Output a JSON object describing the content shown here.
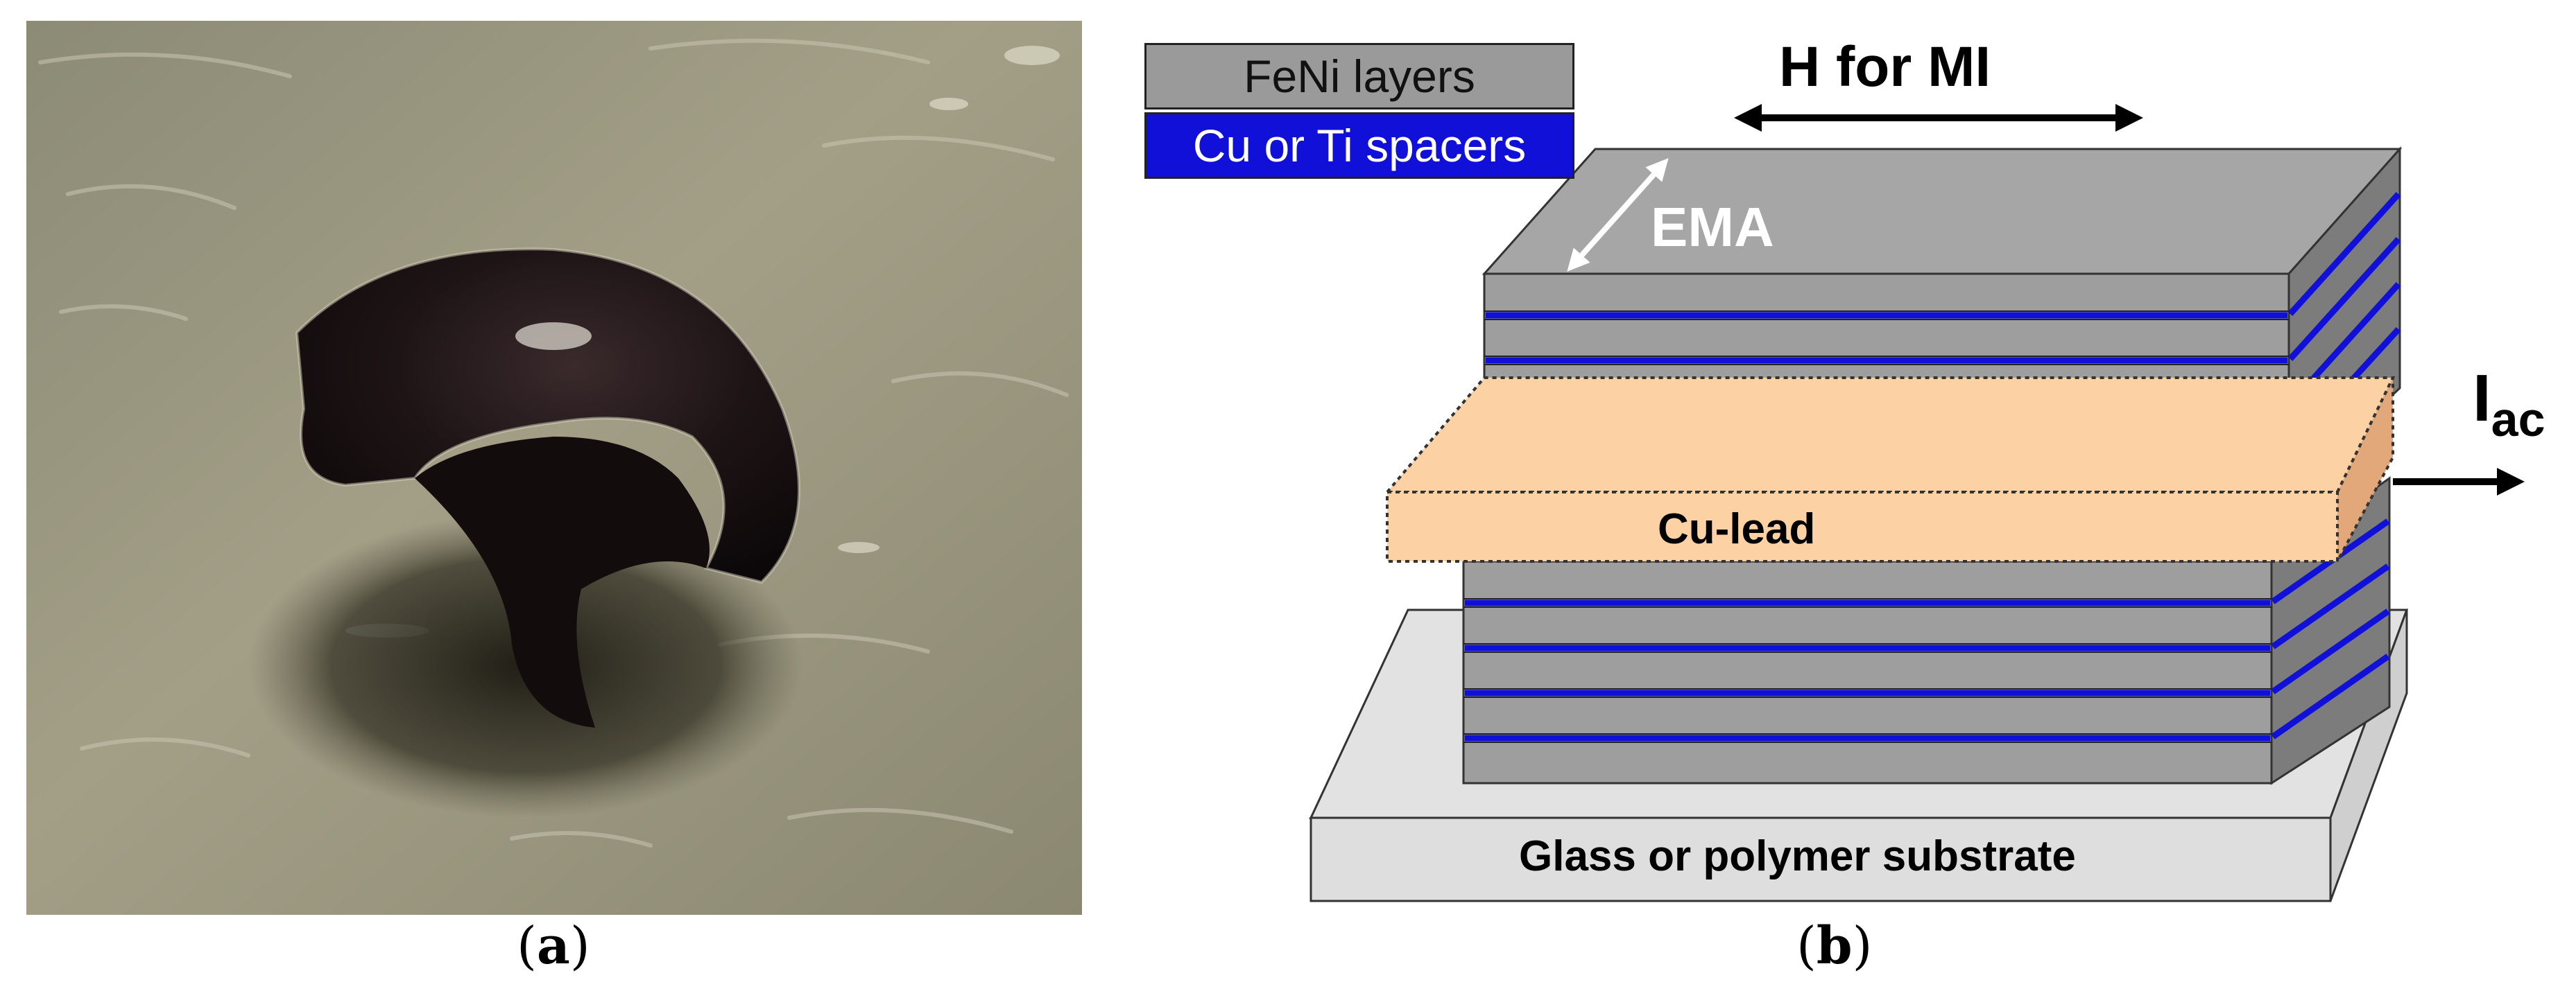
{
  "panel_a": {
    "caption_open": "(",
    "caption_letter": "a",
    "caption_close": ")"
  },
  "panel_b": {
    "caption_open": "(",
    "caption_letter": "b",
    "caption_close": ")",
    "legend": {
      "feni_label": "FeNi layers",
      "spacer_label": "Cu or Ti spacers"
    },
    "labels": {
      "field_direction": "H for MI",
      "easy_axis": "EMA",
      "current_main": "I",
      "current_sub": "ac",
      "lead": "Cu-lead",
      "substrate": "Glass or polymer substrate"
    }
  },
  "colors": {
    "feni_layer": "#9a9a9a",
    "spacer": "#1010d8",
    "cu_lead": "#fcd2a4",
    "substrate": "#e0e0e0"
  }
}
